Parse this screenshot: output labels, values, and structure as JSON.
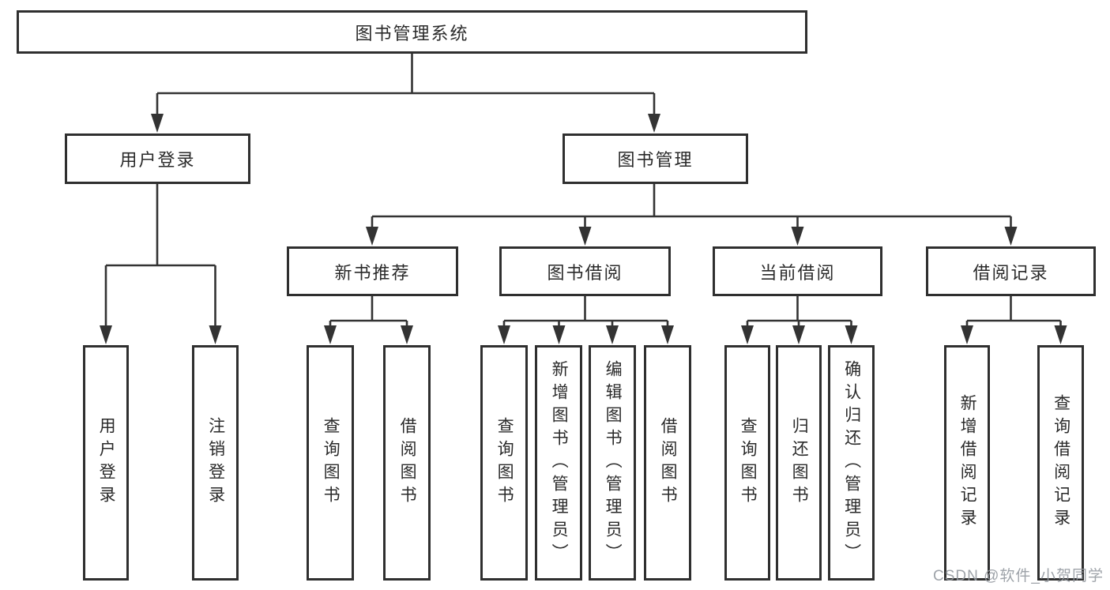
{
  "diagram": {
    "title": "图书管理系统",
    "watermark": "CSDN @软件_小贺同学",
    "colors": {
      "background": "#ffffff",
      "box_fill": "#ffffff",
      "box_border": "#2f2f2f",
      "line": "#333333",
      "text": "#2a2a2a",
      "watermark": "#9aa0a6"
    },
    "tree": {
      "root": {
        "label": "图书管理系统"
      },
      "children": [
        {
          "label": "用户登录",
          "children": [
            {
              "label": "用户登录"
            },
            {
              "label": "注销登录"
            }
          ]
        },
        {
          "label": "图书管理",
          "children": [
            {
              "label": "新书推荐",
              "children": [
                {
                  "label": "查询图书"
                },
                {
                  "label": "借阅图书"
                }
              ]
            },
            {
              "label": "图书借阅",
              "children": [
                {
                  "label": "查询图书"
                },
                {
                  "label": "新增图书（管理员）"
                },
                {
                  "label": "编辑图书（管理员）"
                },
                {
                  "label": "借阅图书"
                }
              ]
            },
            {
              "label": "当前借阅",
              "children": [
                {
                  "label": "查询图书"
                },
                {
                  "label": "归还图书"
                },
                {
                  "label": "确认归还（管理员）"
                }
              ]
            },
            {
              "label": "借阅记录",
              "children": [
                {
                  "label": "新增借阅记录"
                },
                {
                  "label": "查询借阅记录"
                }
              ]
            }
          ]
        }
      ]
    }
  }
}
